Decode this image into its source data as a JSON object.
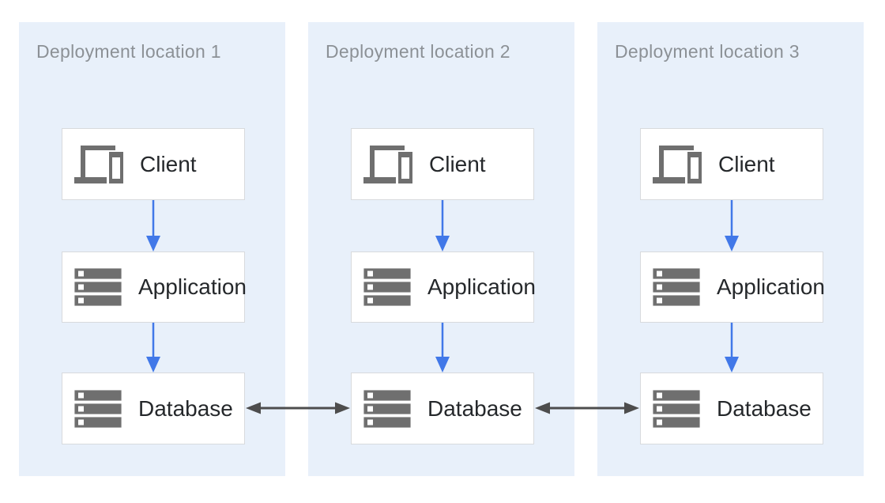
{
  "colors": {
    "panel_bg": "#E8F0FA",
    "box_bg": "#FFFFFF",
    "box_border": "#D8DADD",
    "title_text": "#8C9196",
    "label_text": "#25282B",
    "icon_gray": "#6F6F6F",
    "flow_arrow_blue": "#4178E8",
    "replication_arrow_dark": "#4D4D4D"
  },
  "panels": [
    {
      "title": "Deployment location 1",
      "nodes": [
        {
          "label": "Client",
          "icon": "devices-icon"
        },
        {
          "label": "Application",
          "icon": "servers-icon"
        },
        {
          "label": "Database",
          "icon": "servers-icon"
        }
      ]
    },
    {
      "title": "Deployment location 2",
      "nodes": [
        {
          "label": "Client",
          "icon": "devices-icon"
        },
        {
          "label": "Application",
          "icon": "servers-icon"
        },
        {
          "label": "Database",
          "icon": "servers-icon"
        }
      ]
    },
    {
      "title": "Deployment location 3",
      "nodes": [
        {
          "label": "Client",
          "icon": "devices-icon"
        },
        {
          "label": "Application",
          "icon": "servers-icon"
        },
        {
          "label": "Database",
          "icon": "servers-icon"
        }
      ]
    }
  ],
  "connections": [
    {
      "type": "flow",
      "from": "Client",
      "to": "Application",
      "direction": "down",
      "scope": "each location"
    },
    {
      "type": "flow",
      "from": "Application",
      "to": "Database",
      "direction": "down",
      "scope": "each location"
    },
    {
      "type": "replication",
      "from": "Database location 1",
      "to": "Database location 2",
      "bidirectional": true
    },
    {
      "type": "replication",
      "from": "Database location 2",
      "to": "Database location 3",
      "bidirectional": true
    }
  ]
}
